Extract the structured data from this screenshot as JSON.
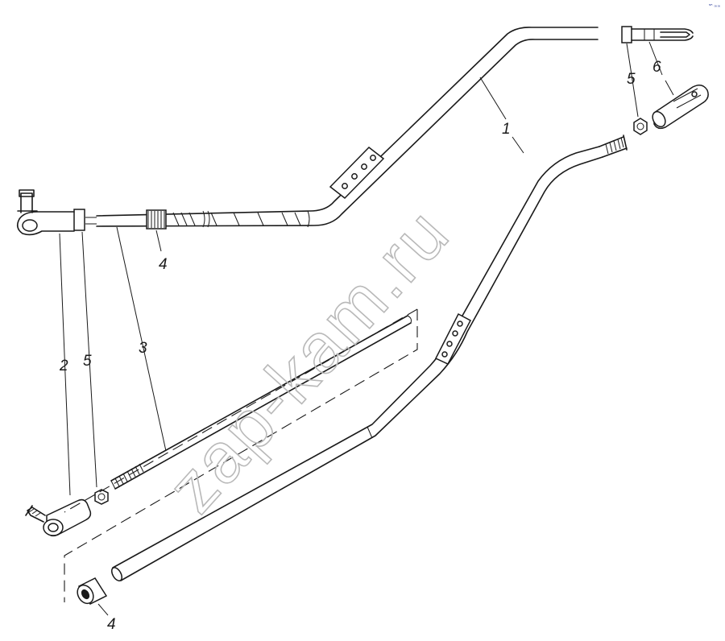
{
  "callouts": {
    "part_1": "1",
    "part_2": "2",
    "part_3": "3",
    "part_4_upper": "4",
    "part_4_lower": "4",
    "part_5_upper": "5",
    "part_5_lower": "5",
    "part_6": "6"
  },
  "watermark": "zap-kam.ru",
  "corner_mark": "ᴺᴿ ∞∞",
  "colors": {
    "line": "#1a1a1a",
    "watermark": "#b9b9b9",
    "background": "#ffffff"
  }
}
